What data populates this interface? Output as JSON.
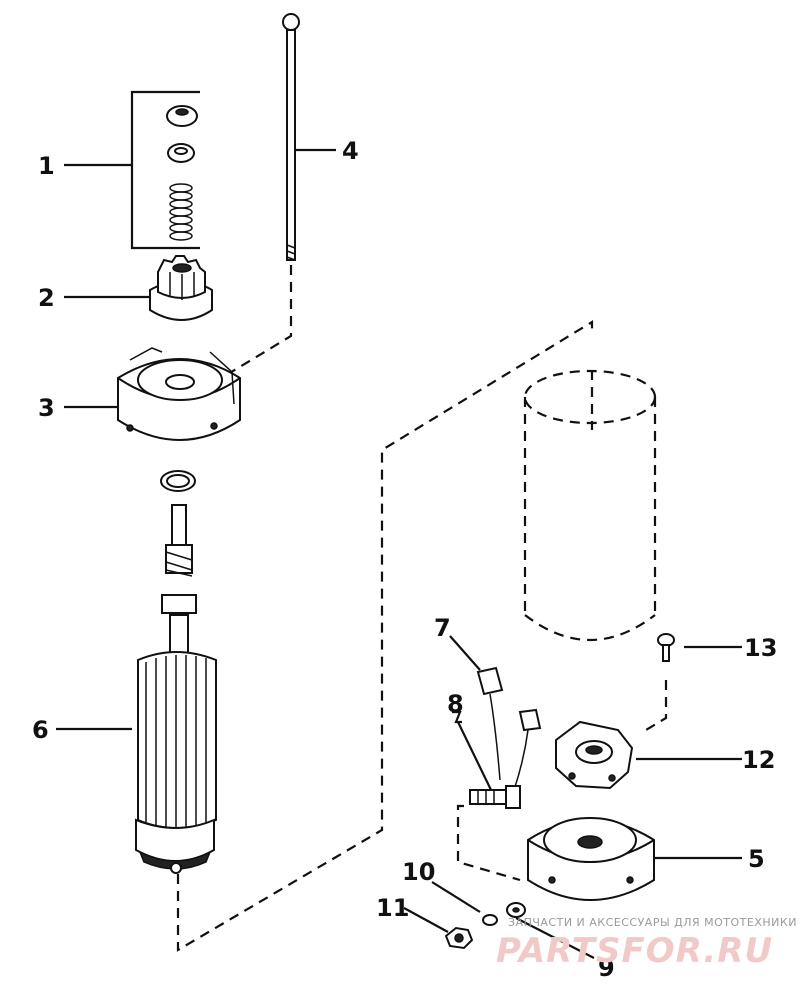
{
  "callouts": {
    "c1": "1",
    "c2": "2",
    "c3": "3",
    "c4": "4",
    "c5": "5",
    "c6": "6",
    "c7": "7",
    "c8": "8",
    "c9": "9",
    "c10": "10",
    "c11": "11",
    "c12": "12",
    "c13": "13"
  },
  "watermark": {
    "subtitle": "ЗАПЧАСТИ И АКСЕССУАРЫ ДЛЯ МОТОТЕХНИКИ",
    "brand": "PARTSFOR.RU"
  }
}
